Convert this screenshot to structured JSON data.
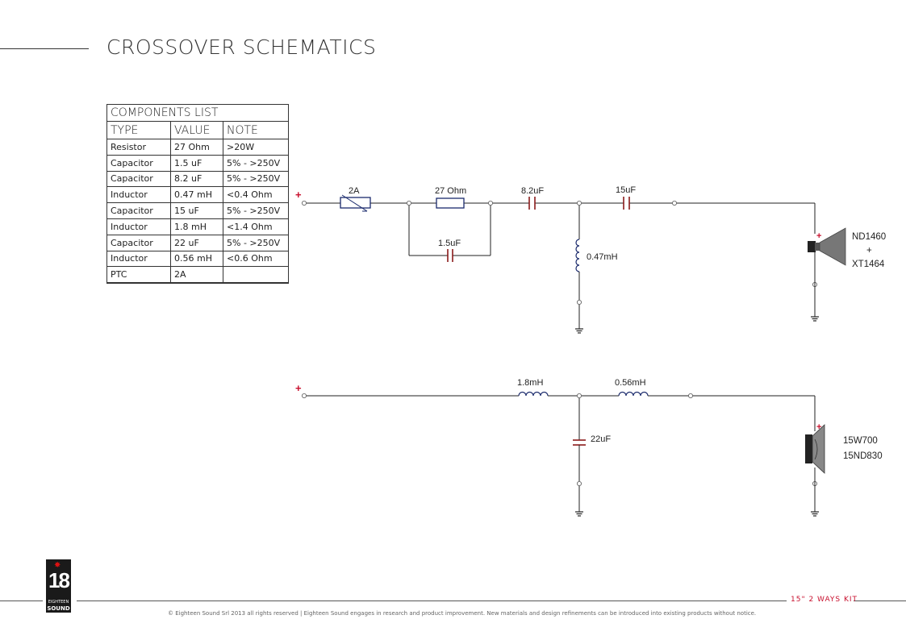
{
  "page": {
    "title": "CROSSOVER SCHEMATICS",
    "kit_label": "15\" 2 WAYS KIT",
    "copyright": "© Eighteen Sound Srl 2013 all rights reserved | Eighteen Sound engages in research and product improvement. New materials and design refinements can be introduced into existing products without notice."
  },
  "logo": {
    "number": "18",
    "sub": "EIGHTEEN",
    "word": "SOUND"
  },
  "components": {
    "caption": "COMPONENTS LIST",
    "headers": [
      "TYPE",
      "VALUE",
      "NOTE"
    ],
    "rows": [
      [
        "Resistor",
        "27 Ohm",
        ">20W"
      ],
      [
        "Capacitor",
        "1.5 uF",
        "5% - >250V"
      ],
      [
        "Capacitor",
        "8.2 uF",
        "5% - >250V"
      ],
      [
        "Inductor",
        "0.47 mH",
        "<0.4 Ohm"
      ],
      [
        "Capacitor",
        "15 uF",
        "5% - >250V"
      ],
      [
        "Inductor",
        "1.8 mH",
        "<1.4 Ohm"
      ],
      [
        "Capacitor",
        "22 uF",
        "5% - >250V"
      ],
      [
        "Inductor",
        "0.56 mH",
        "<0.6 Ohm"
      ],
      [
        "PTC",
        "2A",
        ""
      ]
    ]
  },
  "high_pass": {
    "input_sign": "+",
    "ptc": "2A",
    "resistor": "27 Ohm",
    "cap_parallel": "1.5uF",
    "cap1": "8.2uF",
    "cap2": "15uF",
    "inductor": "0.47mH",
    "driver_sign": "+",
    "driver_line1": "ND1460",
    "driver_line2": "+",
    "driver_line3": "XT1464"
  },
  "low_pass": {
    "input_sign": "+",
    "ind1": "1.8mH",
    "ind2": "0.56mH",
    "cap": "22uF",
    "driver_sign": "+",
    "driver_line1": "15W700",
    "driver_line2": "15ND830"
  },
  "colors": {
    "accent": "#c8102e",
    "wire": "#222222",
    "component": "#1a2a6c",
    "cap_plate": "#8b1a1a"
  }
}
